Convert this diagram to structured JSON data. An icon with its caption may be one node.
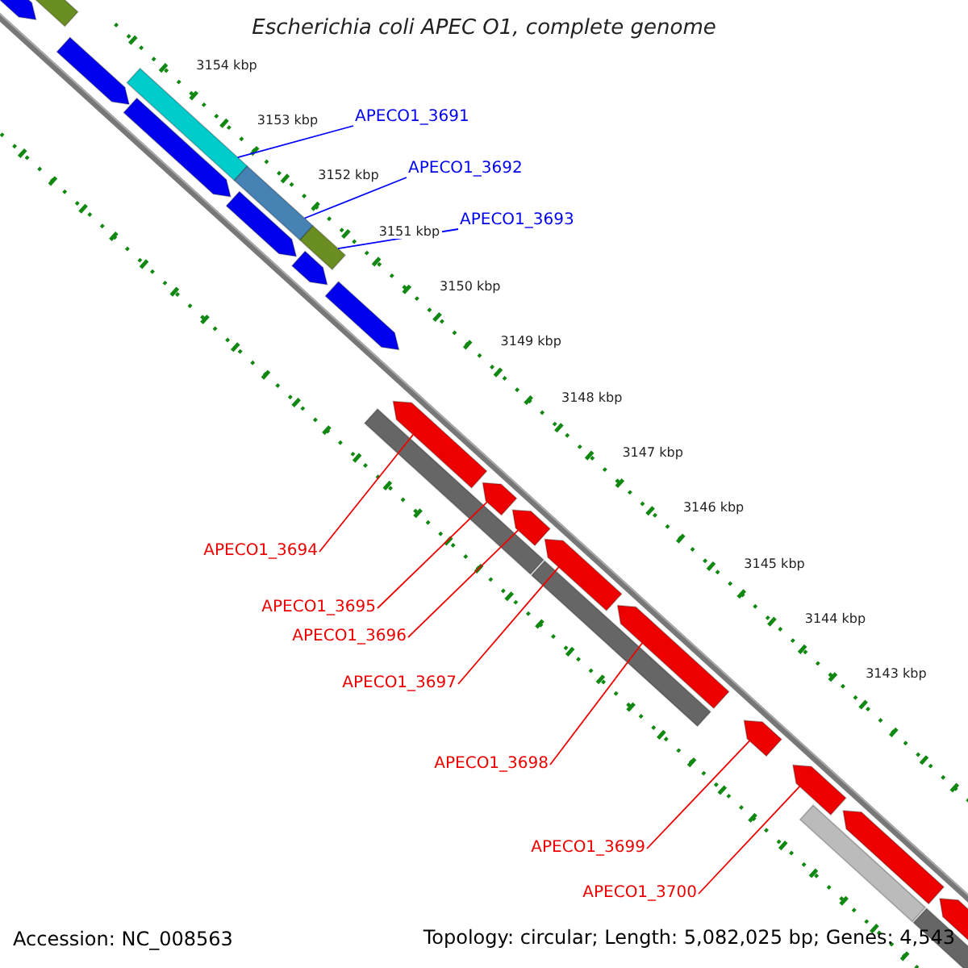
{
  "diagram": {
    "title": "Escherichia coli APEC O1, complete genome",
    "nodes": [
      {
        "text": [
          "APECO1_3691"
        ]
      },
      {
        "text": [
          "APECO1_3692"
        ]
      },
      {
        "text": [
          "APECO1_3693"
        ]
      },
      {
        "text": [
          "APECO1_3694"
        ]
      },
      {
        "text": [
          "APECO1_3695"
        ]
      },
      {
        "text": [
          "APECO1_3696"
        ]
      },
      {
        "text": [
          "APECO1_3697"
        ]
      },
      {
        "text": [
          "APECO1_3698"
        ]
      },
      {
        "text": [
          "APECO1_3699"
        ]
      },
      {
        "text": [
          "APECO1_3700"
        ]
      },
      {
        "text": [],
        "shape": "arrow"
      },
      {
        "text": [],
        "shape": "bar"
      },
      {
        "text": [],
        "shape": "arrow"
      },
      {
        "text": [],
        "shape": "bar"
      },
      {
        "text": [],
        "shape": "arrow"
      },
      {
        "text": [],
        "shape": "bar"
      },
      {
        "text": [],
        "shape": "arrow"
      },
      {
        "text": [],
        "shape": "bar"
      },
      {
        "text": [],
        "shape": "arrow"
      },
      {
        "text": [],
        "shape": "arrow"
      },
      {
        "text": [],
        "shape": "bar"
      },
      {
        "text": [],
        "shape": "arrow"
      },
      {
        "text": [],
        "shape": "arrow"
      },
      {
        "text": [],
        "shape": "arrow"
      },
      {
        "text": [],
        "shape": "arrow"
      },
      {
        "text": [],
        "shape": "bar"
      },
      {
        "text": [],
        "shape": "arrow"
      },
      {
        "text": [],
        "shape": "arrow"
      },
      {
        "text": [],
        "shape": "arrow"
      },
      {
        "text": [],
        "shape": "bar"
      },
      {
        "text": [],
        "shape": "arrow"
      },
      {
        "text": [],
        "shape": "bar"
      },
      {
        "text": [],
        "shape": "arrow"
      }
    ],
    "edges": [
      {
        "from": 0,
        "to": 13,
        "arrow": "none",
        "color": "#0000ff"
      },
      {
        "from": 1,
        "to": 15,
        "arrow": "none",
        "color": "#0000ff"
      },
      {
        "from": 2,
        "to": 17,
        "arrow": "none",
        "color": "#0000ff"
      },
      {
        "from": 3,
        "to": 21,
        "arrow": "none"
      },
      {
        "from": 4,
        "to": 22,
        "arrow": "none"
      },
      {
        "from": 5,
        "to": 23,
        "arrow": "none"
      },
      {
        "from": 6,
        "to": 24,
        "arrow": "none"
      },
      {
        "from": 7,
        "to": 26,
        "arrow": "none"
      },
      {
        "from": 8,
        "to": 27,
        "arrow": "none"
      },
      {
        "from": 9,
        "to": 28,
        "arrow": "none"
      }
    ],
    "labels": [
      "3154 kbp",
      "3153 kbp",
      "3152 kbp",
      "3151 kbp",
      "3150 kbp",
      "3149 kbp",
      "3148 kbp",
      "3147 kbp",
      "3146 kbp",
      "3145 kbp",
      "3144 kbp",
      "3143 kbp",
      "Accession: NC_008563",
      "Topology: circular; Length: 5,082,025 bp; Genes: 4,543"
    ]
  }
}
